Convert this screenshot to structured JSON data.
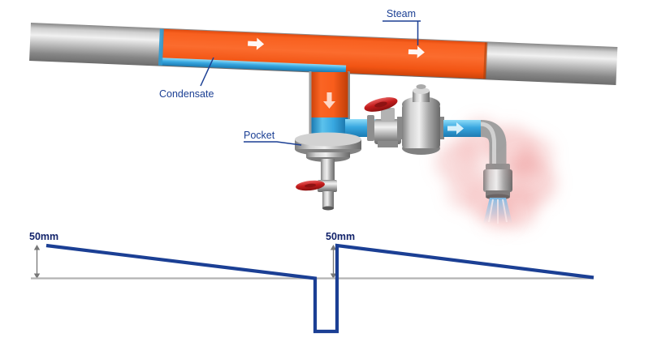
{
  "labels": {
    "steam": "Steam",
    "condensate": "Condensate",
    "pocket": "Pocket"
  },
  "slope_diagram": {
    "left_drop_label": "50mm",
    "right_drop_label": "50mm"
  },
  "colors": {
    "steam_orange": "#f8601f",
    "condensate_blue": "#38a7e0",
    "label_text": "#1b3f94",
    "diagram_line_blue": "#1b3f94",
    "reference_line_gray": "#b3b3b3",
    "measurement_text": "#13246b",
    "handwheel_red": "#c41c1c",
    "steam_plume_pink": "#ef9a9a"
  },
  "icons": {
    "flow_right_arrow": "block-arrow-right",
    "flow_down_arrow": "block-arrow-down",
    "measure_arrow": "double-headed-vertical-arrow"
  }
}
